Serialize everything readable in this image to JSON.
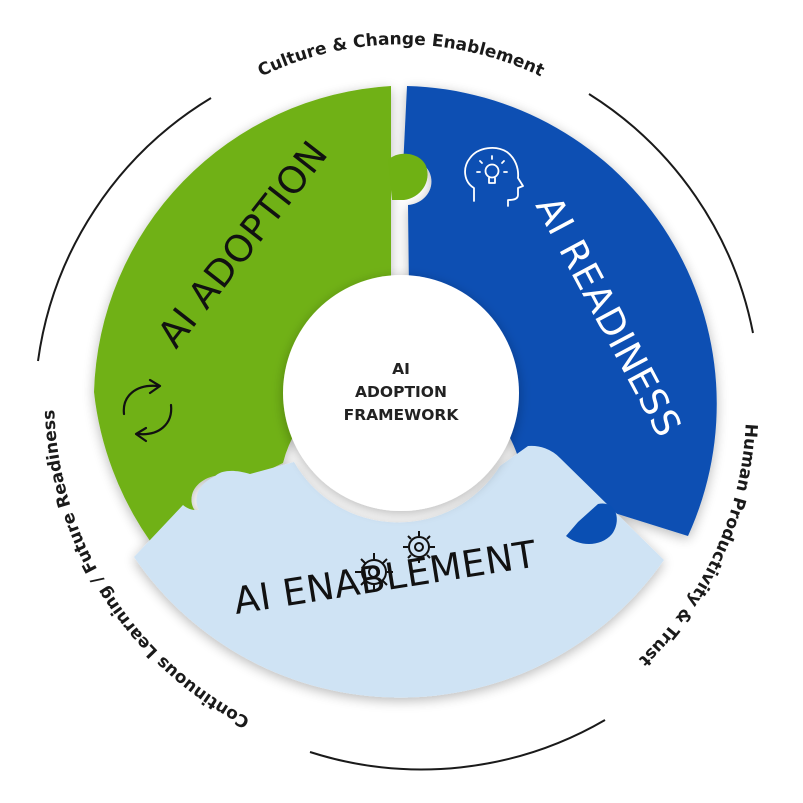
{
  "center": {
    "line1": "AI",
    "line2": "ADOPTION",
    "line3": "FRAMEWORK"
  },
  "segments": {
    "adoption": {
      "label": "AI ADOPTION",
      "color": "#6fb114",
      "text_color": "#111111",
      "icon": "refresh-cycle-icon"
    },
    "readiness": {
      "label": "AI READINESS",
      "color": "#0a4fb3",
      "text_color": "#ffffff",
      "icon": "head-lightbulb-icon"
    },
    "enablement": {
      "label": "AI ENABLEMENT",
      "color": "#cfe3f4",
      "text_color": "#111111",
      "icon": "gears-icon"
    }
  },
  "outer_labels": {
    "top": "Culture & Change Enablement",
    "right": "Human Productivity & Trust",
    "left": "Continuous Learning / Future Readiness"
  },
  "colors": {
    "outer_ring": "#1a1a1a",
    "shadow": "#c8c8c8"
  }
}
